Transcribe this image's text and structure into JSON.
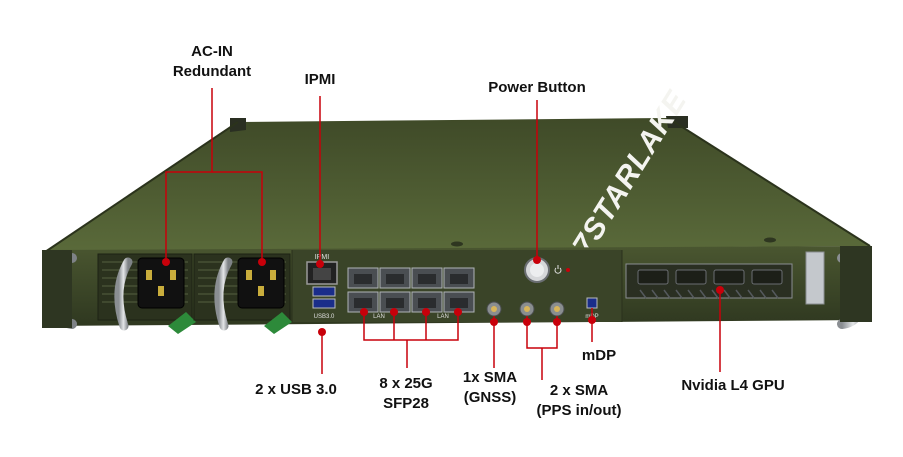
{
  "brand_logo_text": "7STARLAKE",
  "panel_labels": {
    "ipmi": "IPMI",
    "usb": "USB3.0",
    "lan_a": "LAN",
    "lan_b": "LAN",
    "mdp": "mDP"
  },
  "callouts": {
    "ac_in": {
      "line1": "AC-IN",
      "line2": "Redundant"
    },
    "ipmi": {
      "line1": "IPMI"
    },
    "power_button": {
      "line1": "Power Button"
    },
    "usb": {
      "line1": "2 x USB 3.0"
    },
    "lan": {
      "line1": "8 x 25G",
      "line2": "SFP28"
    },
    "sma_gnss": {
      "line1": "1x SMA",
      "line2": "(GNSS)"
    },
    "sma_pps": {
      "line1": "2 x SMA",
      "line2": "(PPS in/out)"
    },
    "mdp": {
      "line1": "mDP"
    },
    "gpu": {
      "line1": "Nvidia L4 GPU"
    }
  },
  "colors": {
    "chassis_top": "#4e5a33",
    "chassis_front": "#3c4628",
    "callout_line": "#c8000a",
    "handle": "#b8bcc0"
  }
}
